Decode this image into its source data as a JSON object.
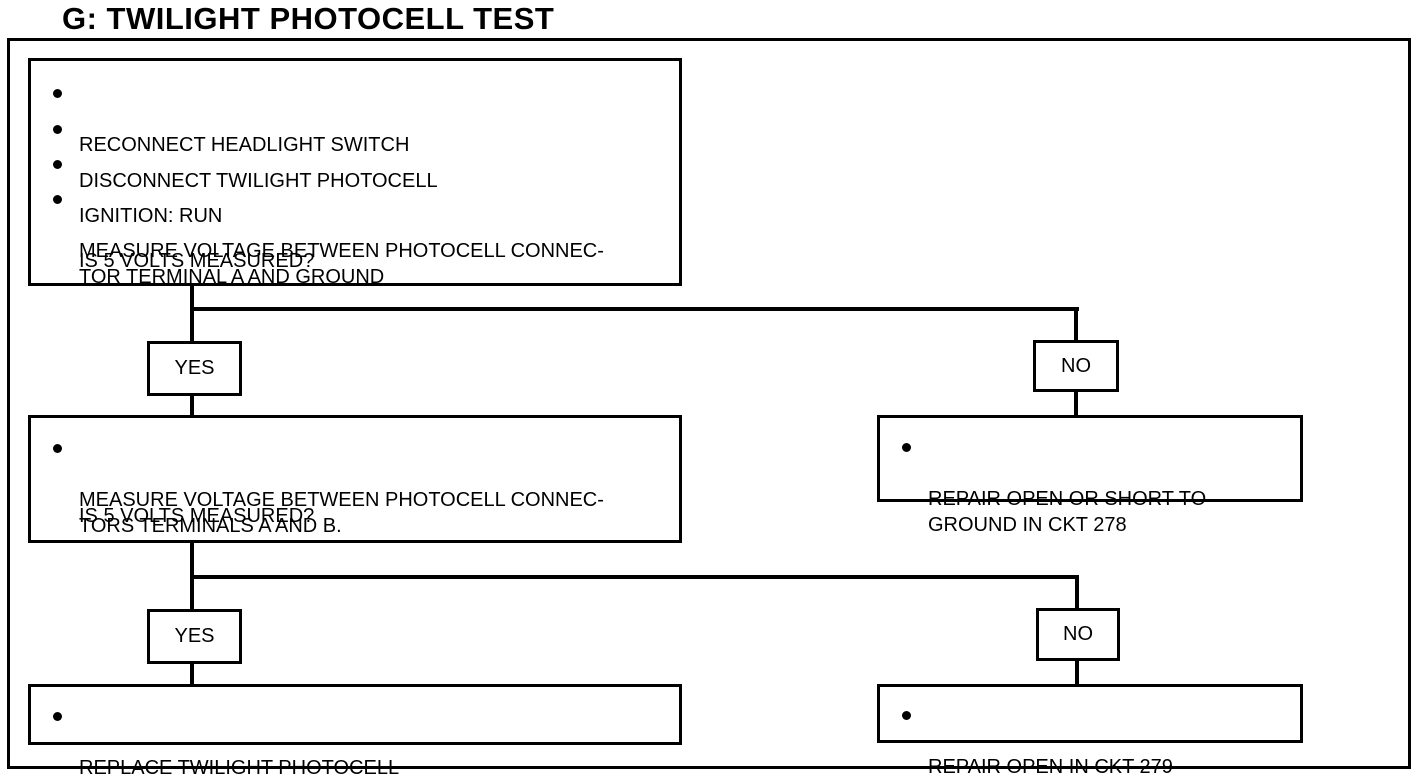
{
  "title": "G: TWILIGHT PHOTOCELL TEST",
  "step1": {
    "items": [
      "RECONNECT HEADLIGHT SWITCH",
      "DISCONNECT TWILIGHT PHOTOCELL",
      "IGNITION: RUN",
      "MEASURE VOLTAGE BETWEEN PHOTOCELL CONNEC-\nTOR TERMINAL A AND GROUND"
    ],
    "question": "IS 5 VOLTS MEASURED?"
  },
  "branch1": {
    "yes_label": "YES",
    "no_label": "NO"
  },
  "step2": {
    "items": [
      "MEASURE VOLTAGE BETWEEN PHOTOCELL CONNEC-\nTORS TERMINALS A AND B."
    ],
    "question": "IS 5 VOLTS MEASURED?"
  },
  "no1_action": {
    "items": [
      "REPAIR OPEN OR SHORT TO\nGROUND IN CKT 278"
    ]
  },
  "branch2": {
    "yes_label": "YES",
    "no_label": "NO"
  },
  "yes2_action": {
    "items": [
      "REPLACE TWILIGHT PHOTOCELL"
    ]
  },
  "no2_action": {
    "items": [
      "REPAIR OPEN IN CKT 279"
    ]
  }
}
